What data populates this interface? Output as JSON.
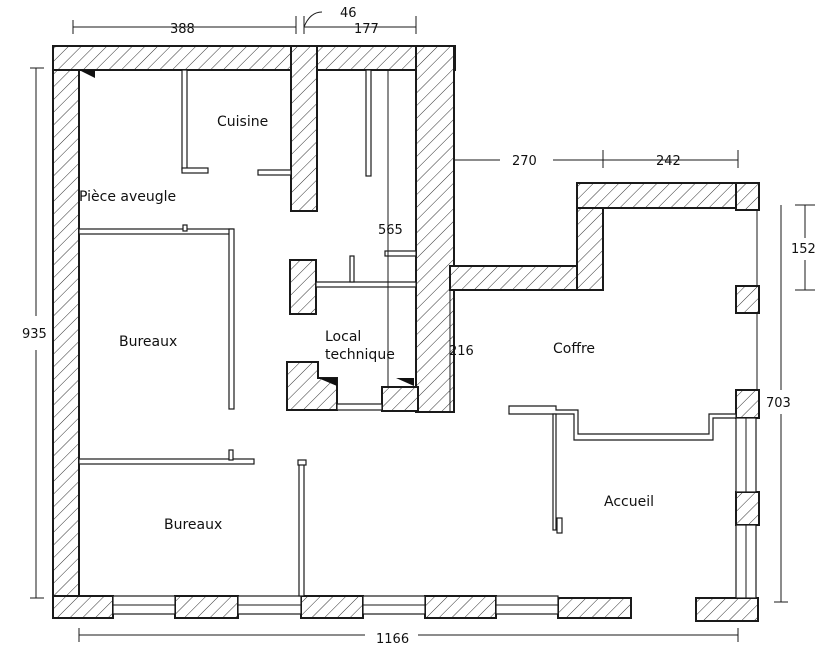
{
  "rooms": {
    "kitchen": "Cuisine",
    "blind_room": "Pièce aveugle",
    "offices_upper": "Bureaux",
    "offices_lower": "Bureaux",
    "technical_room_line1": "Local",
    "technical_room_line2": "technique",
    "vault": "Coffre",
    "reception": "Accueil"
  },
  "dimensions": {
    "top_left": "388",
    "top_small": "46",
    "top_right": "177",
    "right_setback": "270",
    "right_top": "242",
    "right_height_small": "152",
    "right_height": "703",
    "left_height": "935",
    "bottom_width": "1166",
    "corridor_length": "565",
    "opening_height": "216"
  }
}
